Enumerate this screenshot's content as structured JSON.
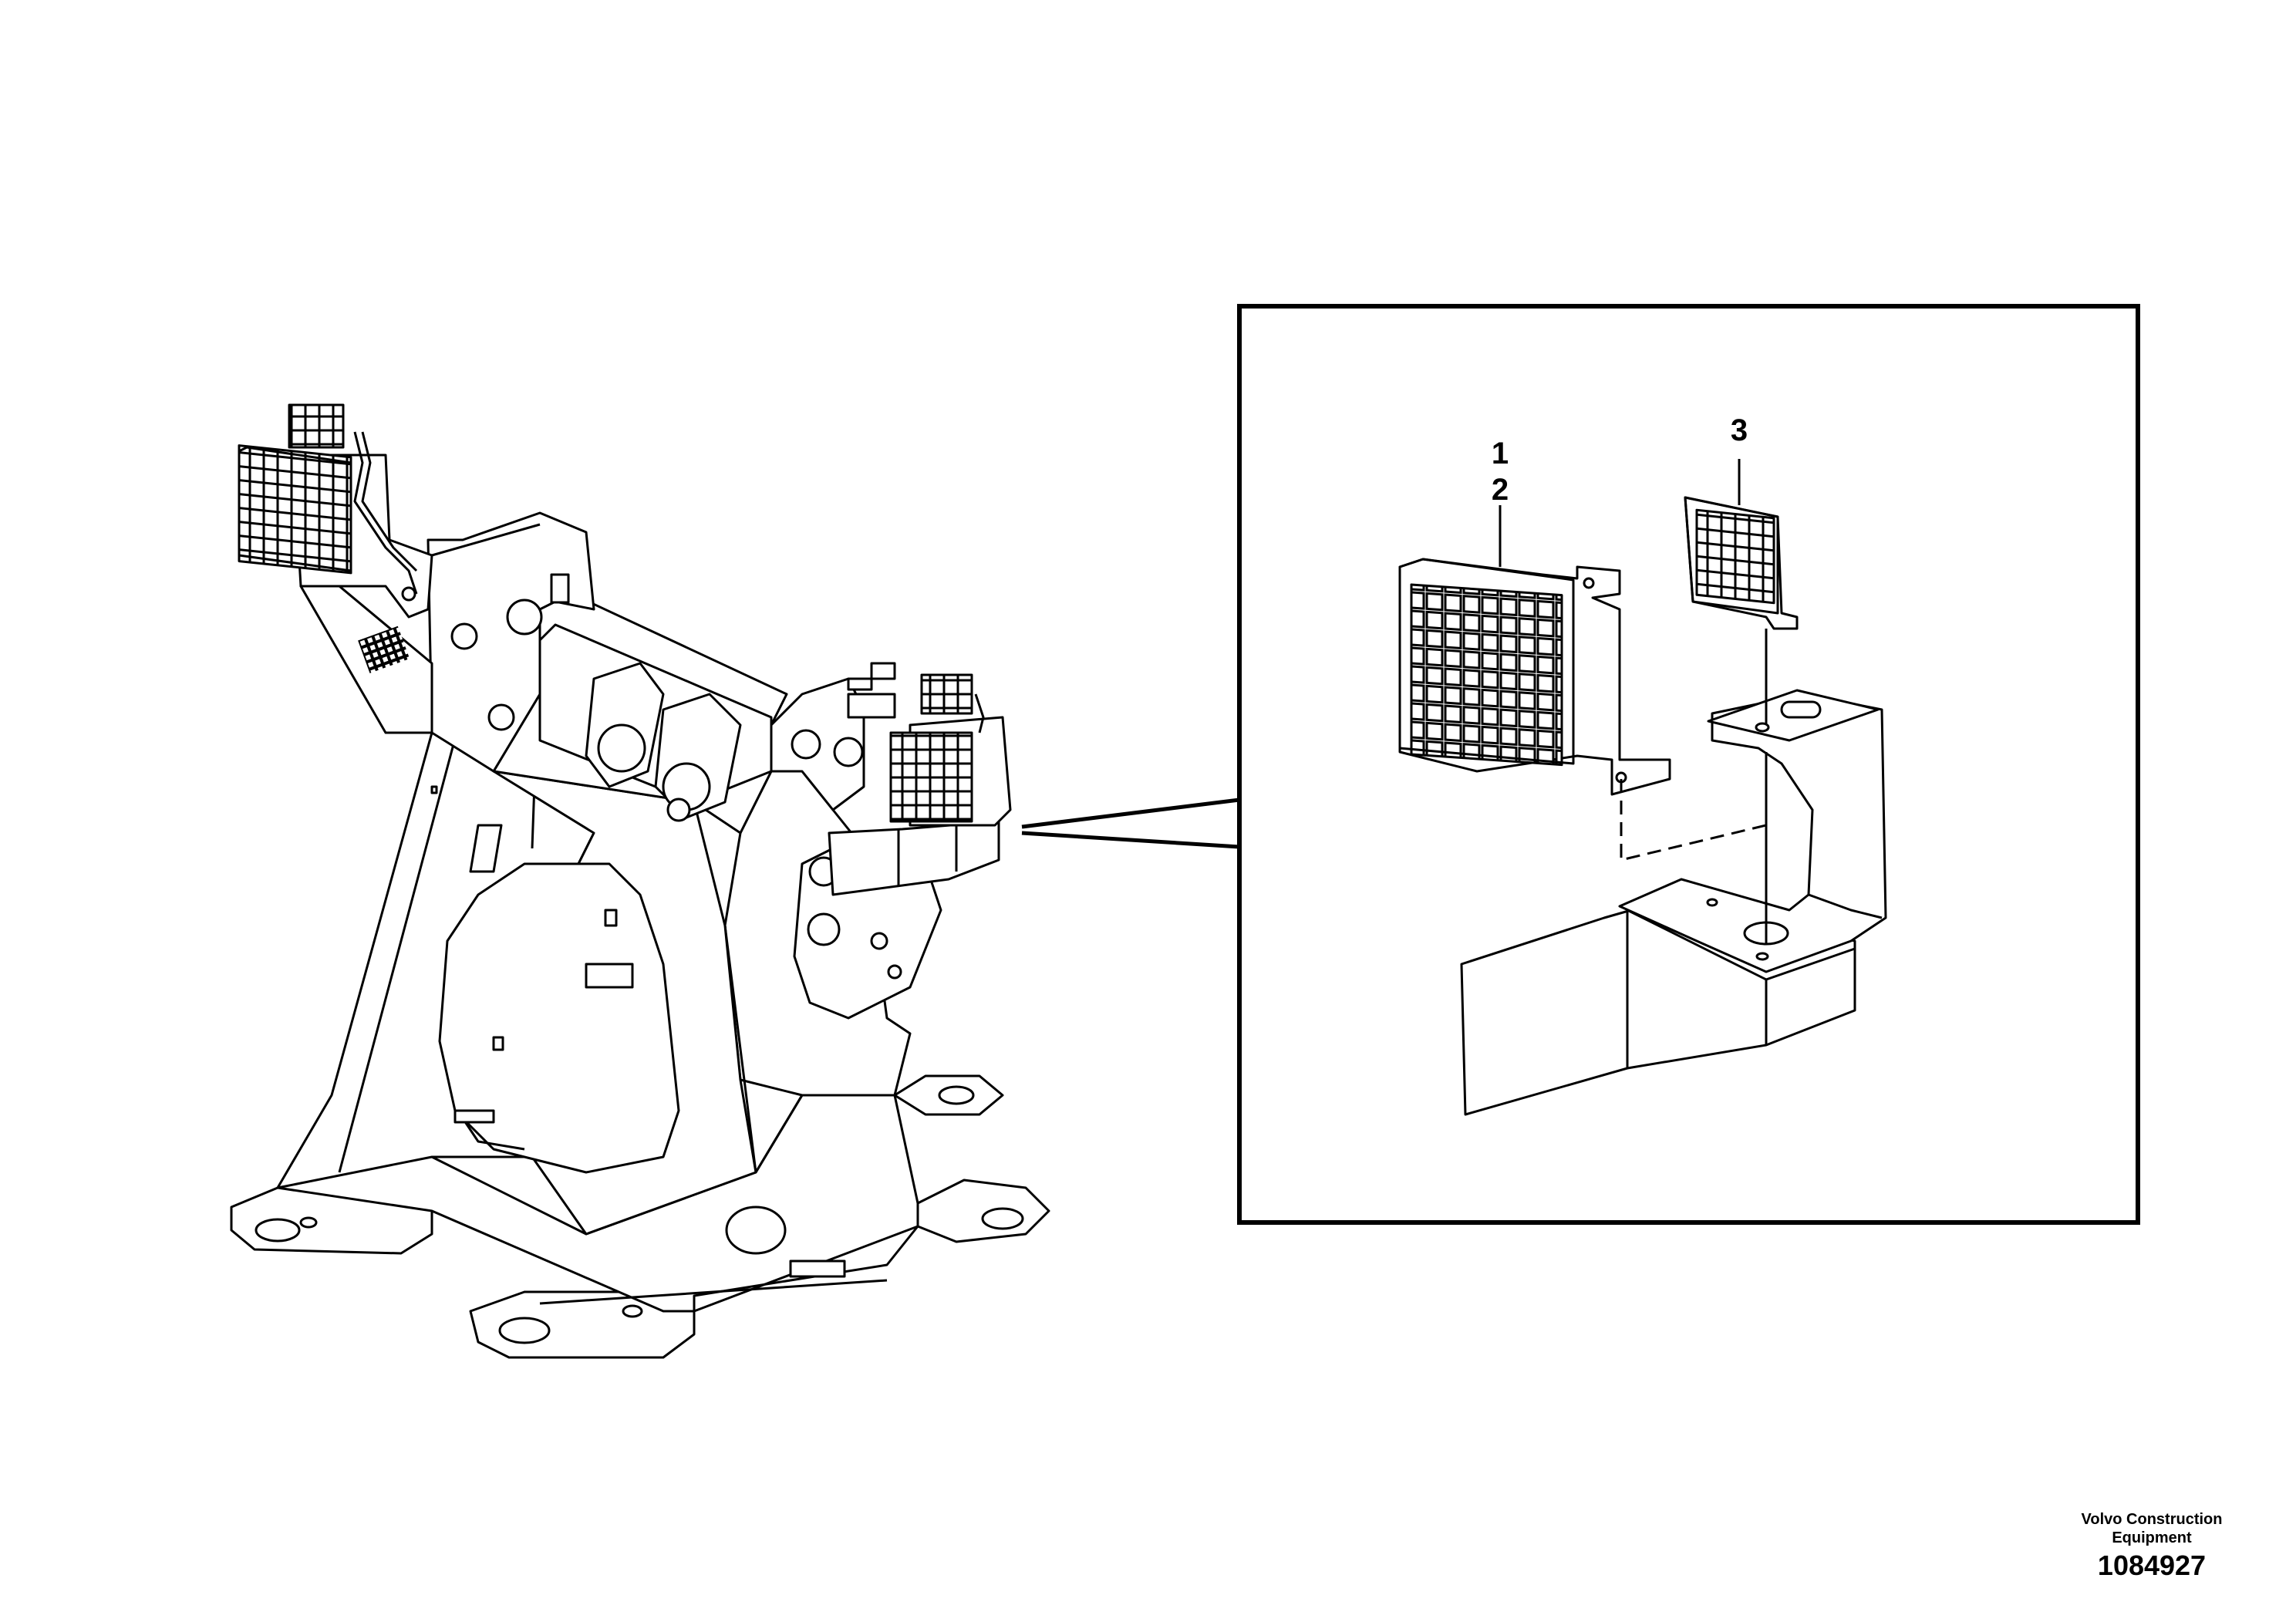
{
  "callouts": {
    "item1": "1",
    "item2": "2",
    "item3": "3"
  },
  "footer": {
    "company_line1": "Volvo Construction",
    "company_line2": "Equipment",
    "drawing_number": "1084927"
  },
  "colors": {
    "line": "#000000",
    "background": "#ffffff"
  }
}
